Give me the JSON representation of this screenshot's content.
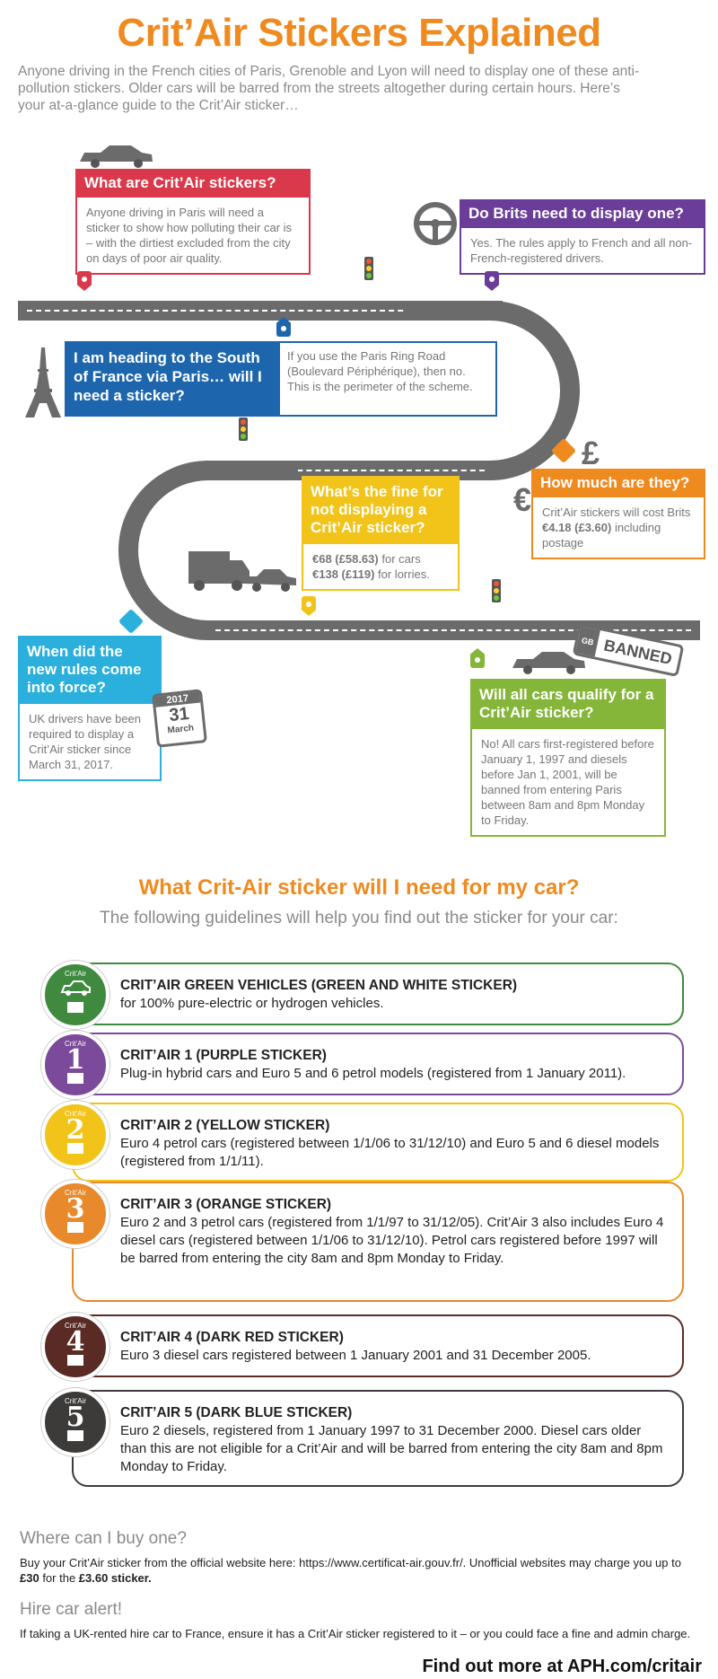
{
  "title": "Crit’Air Stickers Explained",
  "intro": "Anyone driving in the French cities of Paris, Grenoble and Lyon will need to display one of these anti-pollution stickers. Older cars will be barred from the streets altogether during certain hours. Here’s your at-a-glance guide to the Crit’Air sticker…",
  "boxes": {
    "what": {
      "head": "What are Crit’Air stickers?",
      "body": "Anyone driving in Paris will need a sticker to show how polluting their car is – with the dirtiest excluded from the city on days of poor air quality."
    },
    "brits": {
      "head": "Do Brits need to display one?",
      "body": "Yes. The rules apply to French and all non-French-registered drivers."
    },
    "south": {
      "head": "I am heading to the South of France via Paris… will I need a sticker?",
      "body": "If you use the Paris Ring Road (Boulevard Périphérique), then no. This is the perimeter of the scheme."
    },
    "cost": {
      "head": "How much are they?",
      "body_pre": "Crit’Air stickers will cost Brits ",
      "body_bold": "€4.18 (£3.60)",
      "body_post": " including postage"
    },
    "fine": {
      "head": "What’s the fine for not displaying a Crit’Air sticker?",
      "line1_bold": "€68 (£58.63)",
      "line1_post": " for cars",
      "line2_bold": "€138 (£119)",
      "line2_post": " for lorries."
    },
    "when": {
      "head": "When did the new rules come into force?",
      "body": "UK drivers have been required to display a Crit’Air sticker since March 31, 2017."
    },
    "qualify": {
      "head": "Will all cars qualify for a Crit’Air sticker?",
      "body": "No! All cars first-registered before January 1, 1997 and diesels before Jan 1, 2001, will be banned from entering Paris between 8am and 8pm Monday to Friday."
    }
  },
  "calendar": {
    "year": "2017",
    "day": "31",
    "month": "March"
  },
  "banned_label": "BANNED",
  "plate_label": "GB",
  "currency": {
    "pound": "£",
    "euro": "€"
  },
  "section": {
    "title": "What Crit-Air sticker will I need for my car?",
    "subtitle": "The following guidelines will help you find out the sticker for your car:"
  },
  "stickers": [
    {
      "title": "CRIT’AIR GREEN VEHICLES (GREEN AND WHITE STICKER)",
      "body": "for 100% pure-electric or hydrogen vehicles.",
      "badge_num": "",
      "badge_top": "Crit’Air",
      "color": "#3f8a3f"
    },
    {
      "title": "CRIT’AIR 1 (PURPLE STICKER)",
      "body": "Plug-in hybrid cars and Euro 5 and 6 petrol models (registered from 1 January 2011).",
      "badge_num": "1",
      "badge_top": "Crit’Air",
      "color": "#7b4a9a"
    },
    {
      "title": "CRIT’AIR 2 (YELLOW STICKER)",
      "body": "Euro 4 petrol cars (registered between 1/1/06 to 31/12/10) and Euro 5 and 6 diesel models (registered from 1/1/11).",
      "badge_num": "2",
      "badge_top": "Crit’Air",
      "color": "#f2c318"
    },
    {
      "title": "CRIT’AIR 3 (ORANGE STICKER)",
      "body": "Euro 2 and 3 petrol cars (registered from 1/1/97 to 31/12/05). Crit’Air 3 also includes Euro 4 diesel cars (registered between 1/1/06 to 31/12/10). Petrol cars registered before 1997 will be barred from entering the city 8am and 8pm Monday to Friday.",
      "badge_num": "3",
      "badge_top": "Crit’Air",
      "color": "#e8892b"
    },
    {
      "title": "CRIT’AIR 4 (DARK RED STICKER)",
      "body": "Euro 3 diesel cars registered between 1 January 2001 and 31 December 2005.",
      "badge_num": "4",
      "badge_top": "Crit’Air",
      "color": "#5a2a24"
    },
    {
      "title": "CRIT’AIR 5 (DARK BLUE STICKER)",
      "body": "Euro 2 diesels, registered from 1 January 1997 to 31 December 2000. Diesel cars older than this are not eligible for a Crit’Air and will be barred from entering the city 8am and 8pm Monday to Friday.",
      "badge_num": "5",
      "badge_top": "Crit’Air",
      "color": "#3d3a3a"
    }
  ],
  "buy": {
    "heading": "Where can I buy one?",
    "text_pre": "Buy your Crit’Air sticker from the official website here: https://www.certificat-air.gouv.fr/. Unofficial websites may charge you up to ",
    "bold1": "£30",
    "text_mid": " for the ",
    "bold2": "£3.60 sticker."
  },
  "hire": {
    "heading": "Hire car alert!",
    "text": "If taking a UK-rented hire car to France, ensure it has a Crit’Air sticker registered to it – or you could face a fine and admin charge."
  },
  "footer": "Find out more at APH.com/critair",
  "colors": {
    "orange": "#ef8a1f",
    "red": "#d9394a",
    "purple": "#6a3e98",
    "blue": "#1d66ad",
    "amber": "#ef8a1f",
    "yellow": "#f2c318",
    "cyan": "#2bb0dd",
    "green": "#85b63a",
    "road": "#6b6b6b"
  }
}
